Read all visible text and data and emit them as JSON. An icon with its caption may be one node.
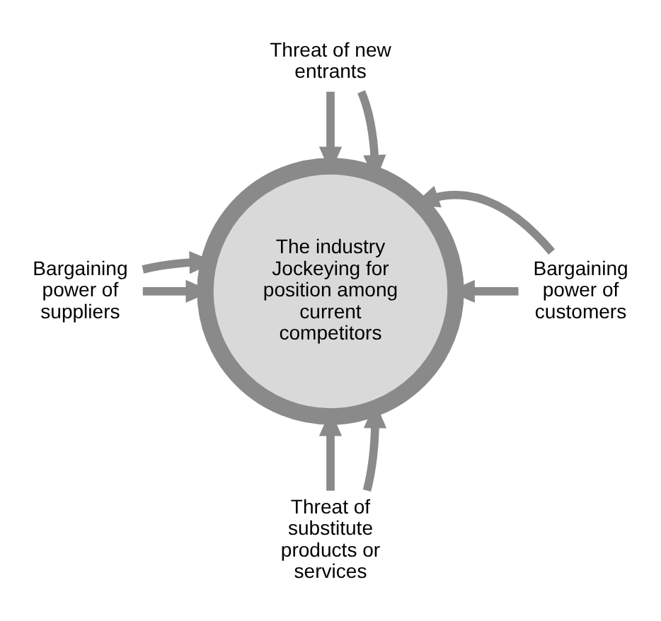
{
  "diagram": {
    "nodes": [
      {
        "text": [
          "Threat of new entrants"
        ]
      },
      {
        "text": [
          "Bargaining power of suppliers"
        ]
      },
      {
        "text": [
          "The industry",
          "Jockeying for position among current competitors"
        ]
      },
      {
        "text": [
          "Bargaining power of customers"
        ]
      },
      {
        "text": [
          "Threat of substitute products or services"
        ]
      }
    ],
    "edges": [
      {
        "from": 0,
        "to": 2,
        "arrow": "to"
      },
      {
        "from": 0,
        "to": 2,
        "arrow": "to"
      },
      {
        "from": 1,
        "to": 2,
        "arrow": "to"
      },
      {
        "from": 1,
        "to": 2,
        "arrow": "to"
      },
      {
        "from": 3,
        "to": 2,
        "arrow": "to"
      },
      {
        "from": 3,
        "to": 2,
        "arrow": "to"
      },
      {
        "from": 4,
        "to": 2,
        "arrow": "to"
      },
      {
        "from": 4,
        "to": 2,
        "arrow": "to"
      }
    ]
  }
}
